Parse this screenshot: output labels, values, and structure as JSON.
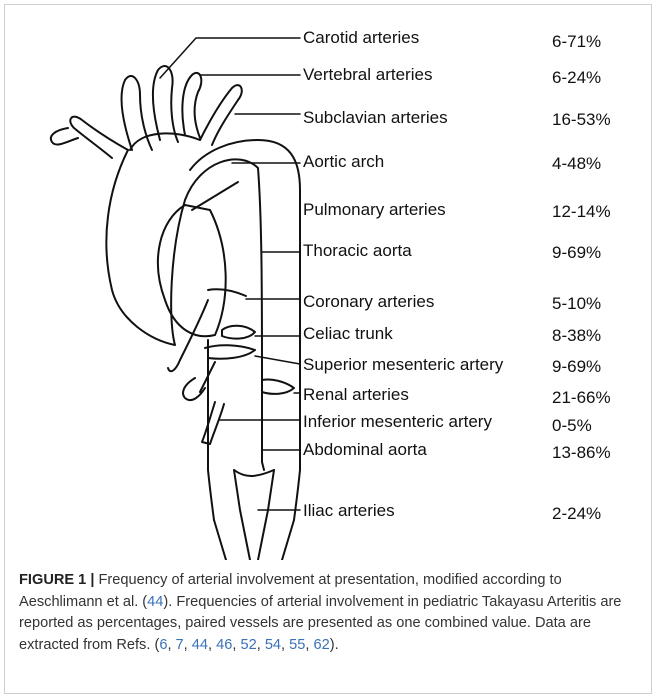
{
  "items": [
    {
      "label": "Carotid arteries",
      "pct": "6-71%"
    },
    {
      "label": "Vertebral arteries",
      "pct": "6-24%"
    },
    {
      "label": "Subclavian arteries",
      "pct": "16-53%"
    },
    {
      "label": "Aortic arch",
      "pct": "4-48%"
    },
    {
      "label": "Pulmonary arteries",
      "pct": "12-14%"
    },
    {
      "label": "Thoracic aorta",
      "pct": "9-69%"
    },
    {
      "label": "Coronary arteries",
      "pct": "5-10%"
    },
    {
      "label": "Celiac trunk",
      "pct": "8-38%"
    },
    {
      "label": "Superior mesenteric artery",
      "pct": "9-69%"
    },
    {
      "label": "Renal arteries",
      "pct": "21-66%"
    },
    {
      "label": "Inferior mesenteric artery",
      "pct": "0-5%"
    },
    {
      "label": "Abdominal aorta",
      "pct": "13-86%"
    },
    {
      "label": "Iliac arteries",
      "pct": "2-24%"
    }
  ],
  "caption": {
    "figure_label": "FIGURE 1 |",
    "text_1": " Frequency of arterial involvement at presentation, modified according to Aeschlimann et al. (",
    "ref_44a": "44",
    "text_2": "). Frequencies of arterial involvement in pediatric Takayasu Arteritis are reported as percentages, paired vessels are presented as one combined value. Data are extracted from Refs. (",
    "refs": [
      "6",
      "7",
      "44",
      "46",
      "52",
      "54",
      "55",
      "62"
    ],
    "text_3": ")."
  }
}
